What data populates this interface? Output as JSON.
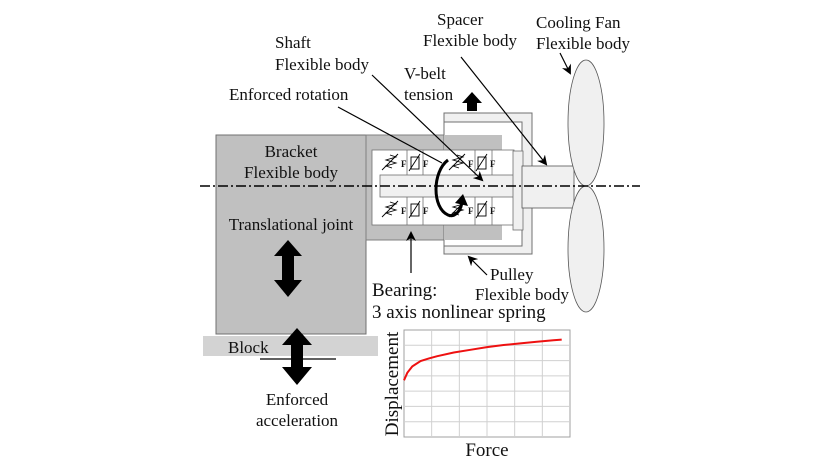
{
  "labels": {
    "spacer": [
      "Spacer",
      "Flexible body"
    ],
    "cooling_fan": [
      "Cooling Fan",
      "Flexible body"
    ],
    "shaft": [
      "Shaft",
      "Flexible body"
    ],
    "vbelt": [
      "V-belt",
      "tension"
    ],
    "enforced_rotation": "Enforced rotation",
    "bracket": [
      "Bracket",
      "Flexible body"
    ],
    "translational_joint": "Translational joint",
    "block": "Block",
    "enforced_acceleration": [
      "Enforced",
      "acceleration"
    ],
    "bearing": [
      "Bearing:",
      "3 axis nonlinear spring"
    ],
    "pulley": [
      "Pulley",
      "Flexible body"
    ],
    "spring_force": "F"
  },
  "colors": {
    "bracket_fill": "#c0c0c0",
    "light_fill": "#f0f0f0",
    "block_fill": "#d3d3d3",
    "curve": "#ee1111",
    "grid": "#d0d0d0",
    "ink": "#000000"
  },
  "chart_data": {
    "type": "line",
    "title": "",
    "xlabel": "Force",
    "ylabel": "Displacement",
    "xlim": [
      0,
      1
    ],
    "ylim": [
      0,
      1
    ],
    "grid": true,
    "x_gridlines": 6,
    "y_gridlines": 7,
    "series": [
      {
        "name": "Bearing nonlinear spring",
        "x": [
          0.0,
          0.02,
          0.05,
          0.1,
          0.15,
          0.2,
          0.3,
          0.4,
          0.5,
          0.6,
          0.7,
          0.8,
          0.9,
          0.95
        ],
        "y": [
          0.53,
          0.6,
          0.66,
          0.71,
          0.735,
          0.755,
          0.79,
          0.815,
          0.84,
          0.86,
          0.875,
          0.89,
          0.905,
          0.91
        ]
      }
    ]
  }
}
